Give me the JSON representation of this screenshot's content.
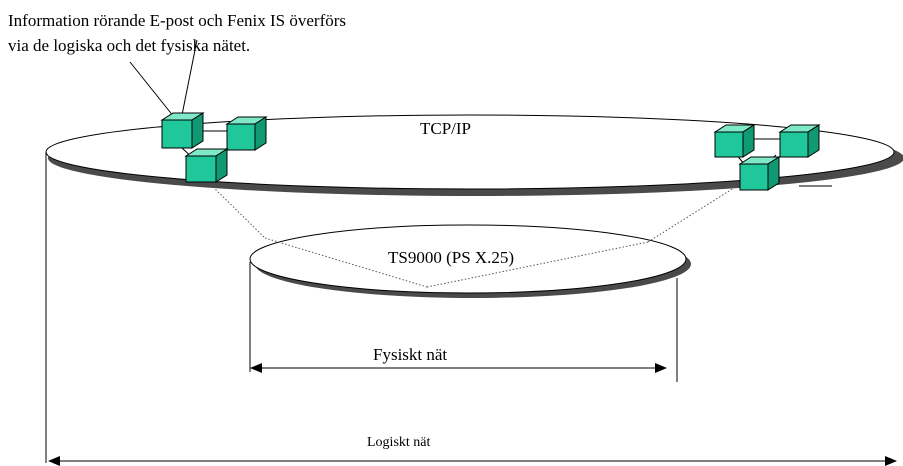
{
  "caption": {
    "line1": "Information rörande E-post och Fenix IS överförs",
    "line2": "via de logiska och det fysiska nätet."
  },
  "networks": {
    "logical_layer": "TCP/IP",
    "physical_layer": "TS9000 (PS X.25)"
  },
  "dimensions": {
    "physical": "Fysiskt nät",
    "logical": "Logiskt nät"
  },
  "colors": {
    "node": "#1fc79a",
    "outline": "#000000",
    "shadow": "#555555"
  }
}
